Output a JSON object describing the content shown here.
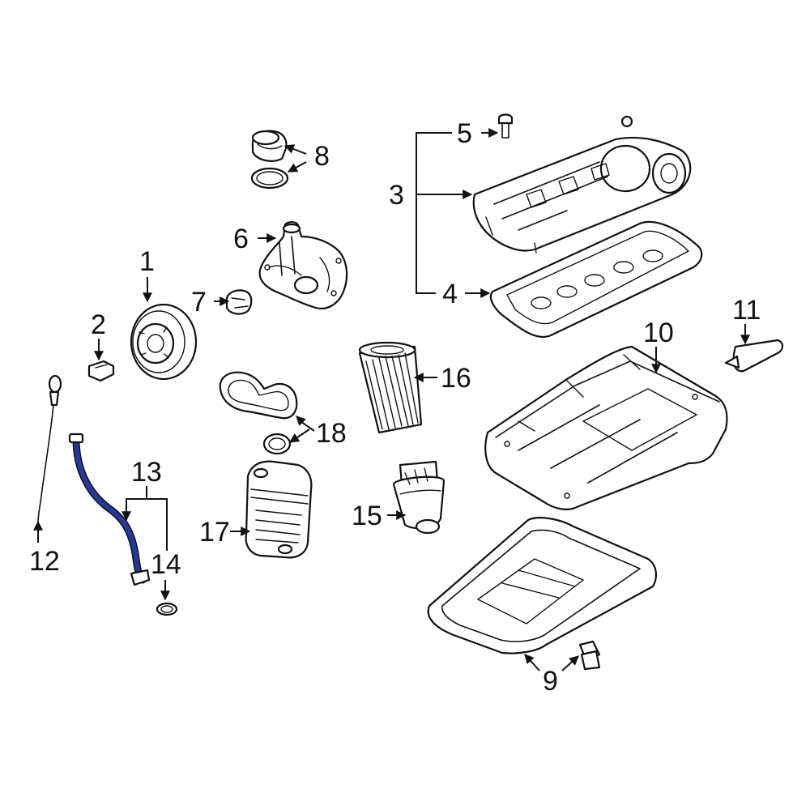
{
  "callouts": {
    "c1": "1",
    "c2": "2",
    "c3": "3",
    "c4": "4",
    "c5": "5",
    "c6": "6",
    "c7": "7",
    "c8": "8",
    "c9": "9",
    "c10": "10",
    "c11": "11",
    "c12": "12",
    "c13": "13",
    "c14": "14",
    "c15": "15",
    "c16": "16",
    "c17": "17",
    "c18": "18"
  },
  "colors": {
    "highlight": "#243a9a",
    "line": "#111111",
    "background": "#ffffff"
  }
}
